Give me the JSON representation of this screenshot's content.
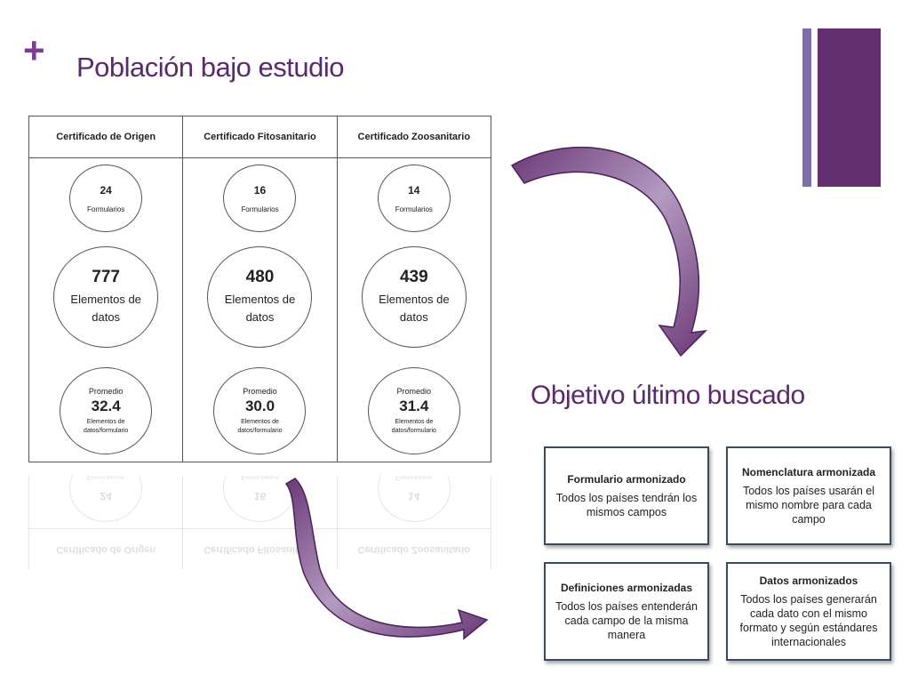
{
  "slide": {
    "plus": "+",
    "title": "Población bajo estudio",
    "objective_title": "Objetivo último buscado"
  },
  "table": {
    "columns": [
      {
        "header": "Certificado de Origen",
        "forms": "24",
        "forms_label": "Formularios",
        "elements": "777",
        "elements_label": "Elementos de datos",
        "avg_label": "Promedio",
        "avg": "32.4",
        "avg_unit": "Elementos de datos/formulario"
      },
      {
        "header": "Certificado Fitosanitario",
        "forms": "16",
        "forms_label": "Formularios",
        "elements": "480",
        "elements_label": "Elementos de datos",
        "avg_label": "Promedio",
        "avg": "30.0",
        "avg_unit": "Elementos de datos/formulario"
      },
      {
        "header": "Certificado Zoosanitario",
        "forms": "14",
        "forms_label": "Formularios",
        "elements": "439",
        "elements_label": "Elementos de datos",
        "avg_label": "Promedio",
        "avg": "31.4",
        "avg_unit": "Elementos de datos/formulario"
      }
    ]
  },
  "cards": [
    {
      "title": "Formulario armonizado",
      "body": "Todos los países tendrán los mismos campos"
    },
    {
      "title": "Nomenclatura armonizada",
      "body": "Todos los países usarán el mismo nombre para cada campo"
    },
    {
      "title": "Definiciones armonizadas",
      "body": "Todos los países entenderán cada campo de la misma manera"
    },
    {
      "title": "Datos armonizados",
      "body": "Todos los países generarán cada dato con el mismo formato y según estándares internacionales"
    }
  ],
  "colors": {
    "accent": "#63306d",
    "accent_light": "#7c6ea8",
    "title_text": "#5a2a6e"
  }
}
